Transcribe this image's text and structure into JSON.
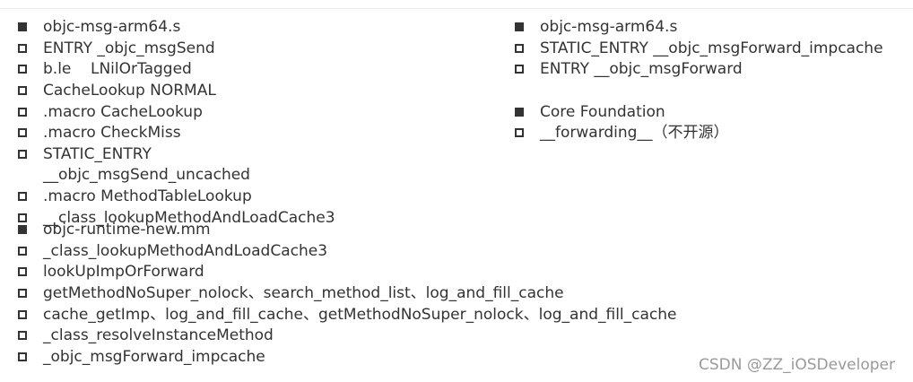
{
  "left_column": [
    {
      "bullet": "filled",
      "text": "objc-msg-arm64.s"
    },
    {
      "bullet": "hollow",
      "text": "ENTRY _objc_msgSend"
    },
    {
      "bullet": "hollow",
      "text": "b.le    LNilOrTagged"
    },
    {
      "bullet": "hollow",
      "text": "CacheLookup NORMAL"
    },
    {
      "bullet": "hollow",
      "text": ".macro CacheLookup"
    },
    {
      "bullet": "hollow",
      "text": ".macro CheckMiss"
    },
    {
      "bullet": "hollow",
      "text": "STATIC_ENTRY"
    },
    {
      "bullet": "none",
      "text": "__objc_msgSend_uncached"
    },
    {
      "bullet": "hollow",
      "text": ".macro MethodTableLookup"
    },
    {
      "bullet": "hollow",
      "text": "__class_lookupMethodAndLoadCache3"
    },
    {
      "bullet": "filled",
      "text": "objc-runtime-new.mm"
    },
    {
      "bullet": "hollow",
      "text": "_class_lookupMethodAndLoadCache3"
    },
    {
      "bullet": "hollow",
      "text": "lookUpImpOrForward"
    },
    {
      "bullet": "hollow",
      "text": "getMethodNoSuper_nolock、search_method_list、log_and_fill_cache"
    },
    {
      "bullet": "hollow",
      "text": "cache_getImp、log_and_fill_cache、getMethodNoSuper_nolock、log_and_fill_cache"
    },
    {
      "bullet": "hollow",
      "text": "_class_resolveInstanceMethod"
    },
    {
      "bullet": "hollow",
      "text": "_objc_msgForward_impcache"
    }
  ],
  "right_column": [
    {
      "bullet": "filled",
      "text": "objc-msg-arm64.s"
    },
    {
      "bullet": "hollow",
      "text": "STATIC_ENTRY __objc_msgForward_impcache"
    },
    {
      "bullet": "hollow",
      "text": "ENTRY __objc_msgForward"
    },
    {
      "bullet": "filled",
      "text": "Core Foundation"
    },
    {
      "bullet": "hollow",
      "text": "__forwarding__（不开源）"
    }
  ],
  "watermark": "CSDN @ZZ_iOSDeveloper"
}
